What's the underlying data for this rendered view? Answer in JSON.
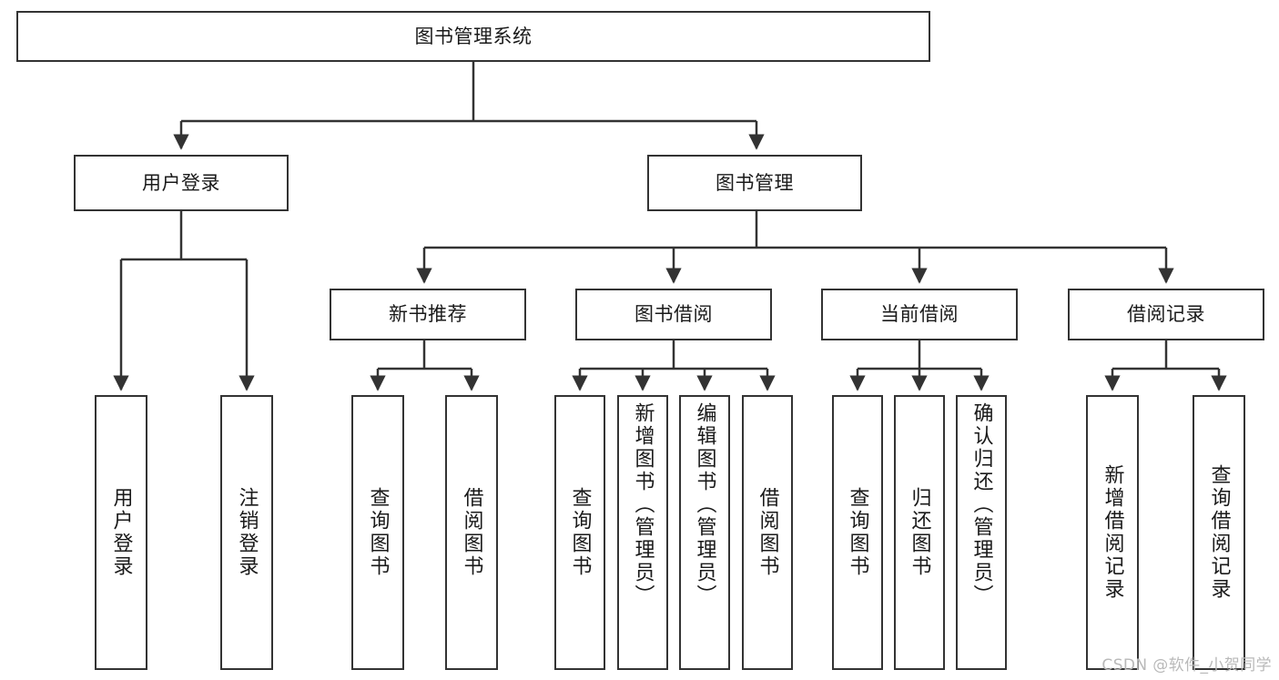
{
  "diagram": {
    "type": "tree",
    "title": "图书管理系统",
    "orientation": "top-down",
    "colors": {
      "node_border": "#333333",
      "node_fill": "#ffffff",
      "edge": "#333333",
      "text": "#1a1a1a",
      "background": "#ffffff",
      "watermark": "#b9b9b9"
    }
  },
  "watermark": {
    "text": "CSDN @软件_小贺同学"
  },
  "nodes": {
    "root": {
      "label": "图书管理系统"
    },
    "level1": [
      {
        "label": "用户登录"
      },
      {
        "label": "图书管理"
      }
    ],
    "level2": [
      {
        "label": "新书推荐"
      },
      {
        "label": "图书借阅"
      },
      {
        "label": "当前借阅"
      },
      {
        "label": "借阅记录"
      }
    ],
    "leaves": {
      "user_login": [
        {
          "label": "用户登录"
        },
        {
          "label": "注销登录"
        }
      ],
      "new_book": [
        {
          "label": "查询图书"
        },
        {
          "label": "借阅图书"
        }
      ],
      "book_borrow": [
        {
          "label": "查询图书"
        },
        {
          "label": "新增图书（管理员）"
        },
        {
          "label": "编辑图书（管理员）"
        },
        {
          "label": "借阅图书"
        }
      ],
      "current_borrow": [
        {
          "label": "查询图书"
        },
        {
          "label": "归还图书"
        },
        {
          "label": "确认归还（管理员）"
        }
      ],
      "borrow_record": [
        {
          "label": "新增借阅记录"
        },
        {
          "label": "查询借阅记录"
        }
      ]
    }
  }
}
